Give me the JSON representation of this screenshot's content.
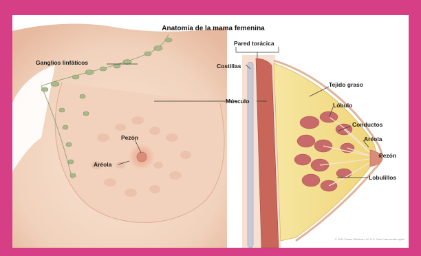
{
  "frame_color": "#d63e86",
  "title": "Anatomía de la mama femenina",
  "labels": {
    "ganglios": "Ganglios linfáticos",
    "pezon_front": "Pezón",
    "areola_front": "Aréola",
    "pared": "Pared torácica",
    "costillas": "Costillas",
    "musculo": "Músculo",
    "tejido": "Tejido graso",
    "lobulo": "Lóbulo",
    "conductos": "Conductos",
    "areola_side": "Aréola",
    "pezon_side": "Pezón",
    "lobulillos": "Lobulillos"
  },
  "copyright": "© 2011 Terese Winslow LLC\nU.S. Govt. has certain rights",
  "colors": {
    "skin": "#f4dac8",
    "skin_shadow": "#e9bfa4",
    "muscle": "#c9665a",
    "fat": "#f2df8a",
    "lobule": "#c96a6a",
    "node": "#a9b98a"
  }
}
